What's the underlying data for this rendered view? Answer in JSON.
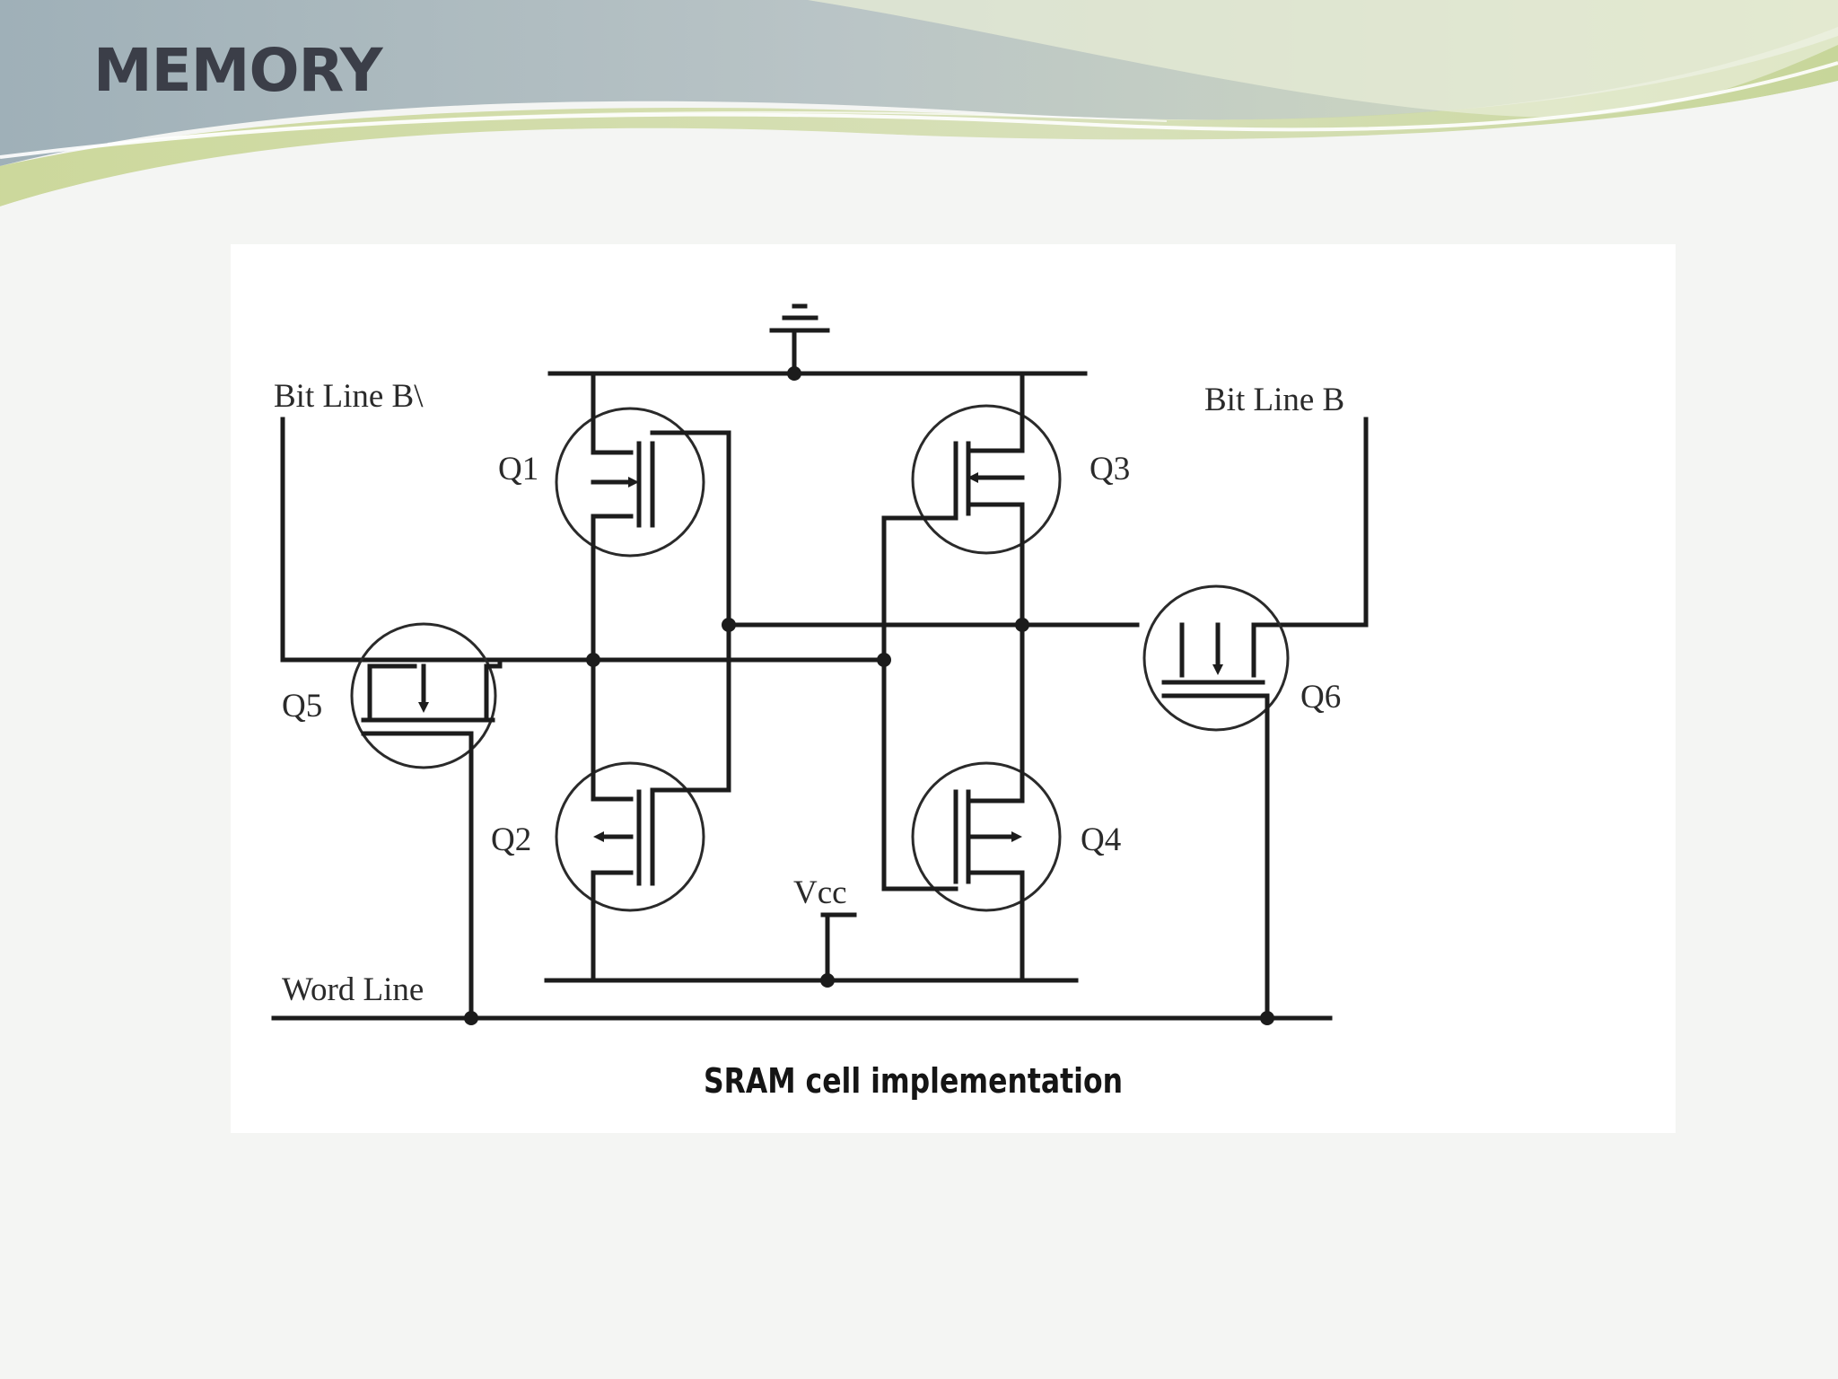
{
  "slide": {
    "title": "MEMORY"
  },
  "diagram": {
    "caption": "SRAM cell implementation",
    "labels": {
      "bit_line_b_bar": "Bit Line B\\",
      "bit_line_b": "Bit Line B",
      "word_line": "Word Line",
      "vcc": "Vcc",
      "q1": "Q1",
      "q2": "Q2",
      "q3": "Q3",
      "q4": "Q4",
      "q5": "Q5",
      "q6": "Q6"
    },
    "transistors": [
      "Q1",
      "Q2",
      "Q3",
      "Q4",
      "Q5",
      "Q6"
    ]
  },
  "colors": {
    "title": "#3b3e48",
    "banner_green": "#c9d79a",
    "banner_gray": "#a9b6bb",
    "wire": "#1c1c1c"
  }
}
